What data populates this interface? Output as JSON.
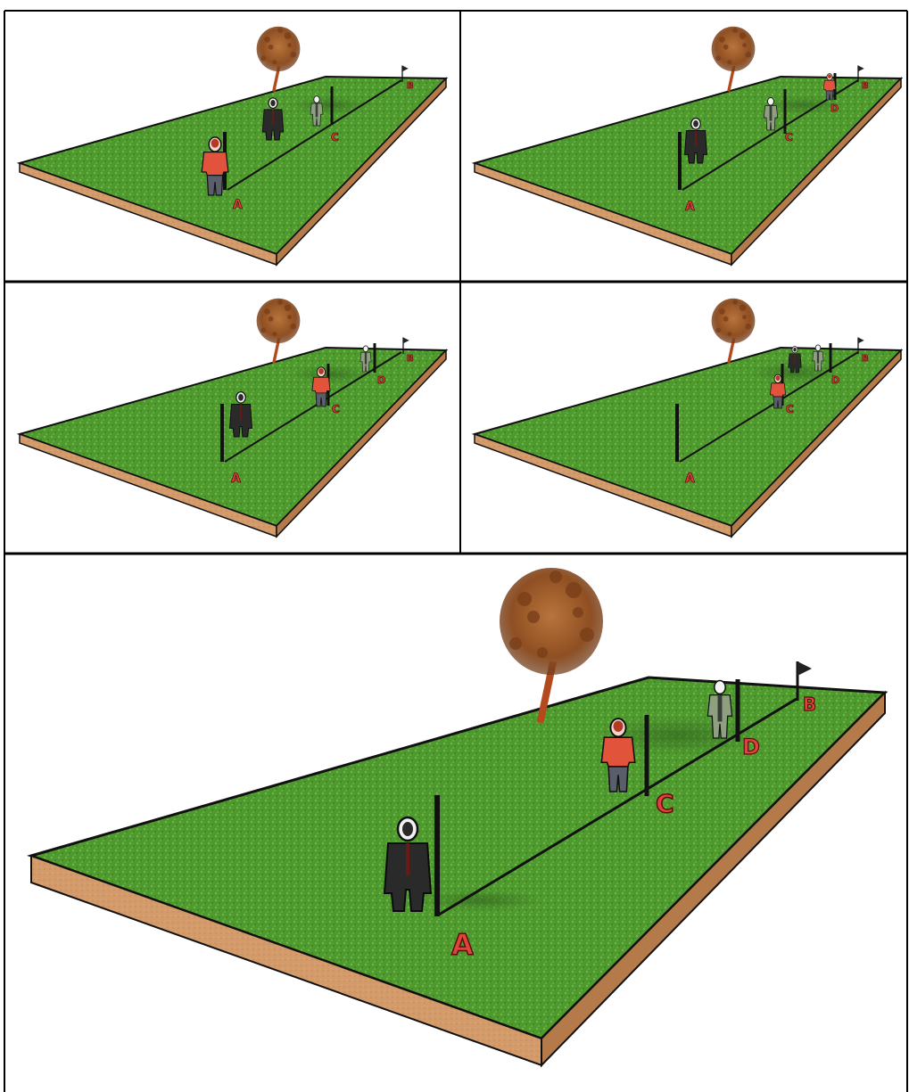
{
  "figure": {
    "layout": "2x2 grid of small panels above one large panel, framed by black rules",
    "panels": [
      {
        "id": "panel-1",
        "labels": [
          "A",
          "B",
          "C"
        ],
        "description": "pole at A with person in red beside it, person at middle pole, helper at C, flag at B"
      },
      {
        "id": "panel-2",
        "labels": [
          "A",
          "B",
          "C",
          "D"
        ],
        "description": "person near A, helpers at C and D, flag at B"
      },
      {
        "id": "panel-3",
        "labels": [
          "A",
          "B",
          "C",
          "D"
        ],
        "description": "person at A, person in red at C, helper at D, flag at B"
      },
      {
        "id": "panel-4",
        "labels": [
          "A",
          "B",
          "C",
          "D"
        ],
        "description": "person in red at C, person and helper near D, flag at B"
      },
      {
        "id": "panel-5",
        "labels": [
          "A",
          "B",
          "C",
          "D"
        ],
        "description": "large view: person at A pole, person in red at C, helper at D, flag at B"
      }
    ]
  },
  "colors": {
    "grass": "#4f9a2f",
    "grass_light": "#6fb845",
    "soil_front": "#d39a6a",
    "soil_side": "#b57a4a",
    "rope": "#1b1b1b",
    "label_fill": "#e0433b",
    "label_stroke": "#5a0c0c",
    "red_jacket": "#e2533c",
    "dark_coat": "#2a2a2a",
    "helper_coat": "#8ea080",
    "tree_canopy": "#9a5a2b",
    "trunk": "#b24a1e",
    "frame": "#000000"
  }
}
